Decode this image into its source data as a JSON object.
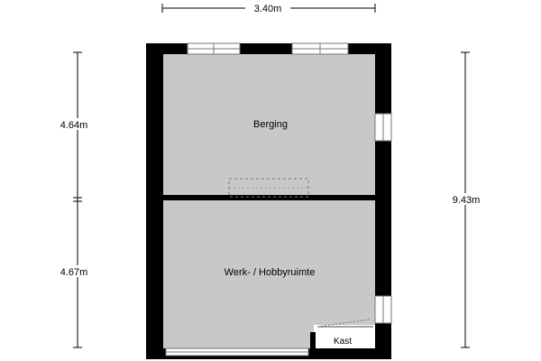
{
  "dimensions": {
    "width_label": "3.40m",
    "total_height_label": "9.43m",
    "upper_height_label": "4.64m",
    "lower_height_label": "4.67m"
  },
  "rooms": {
    "upper": "Berging",
    "lower": "Werk- / Hobbyruimte",
    "closet": "Kast"
  },
  "colors": {
    "wall": "#000000",
    "floor": "#c8c8c8",
    "window_frame": "#777777",
    "dimension_line": "#000000"
  }
}
